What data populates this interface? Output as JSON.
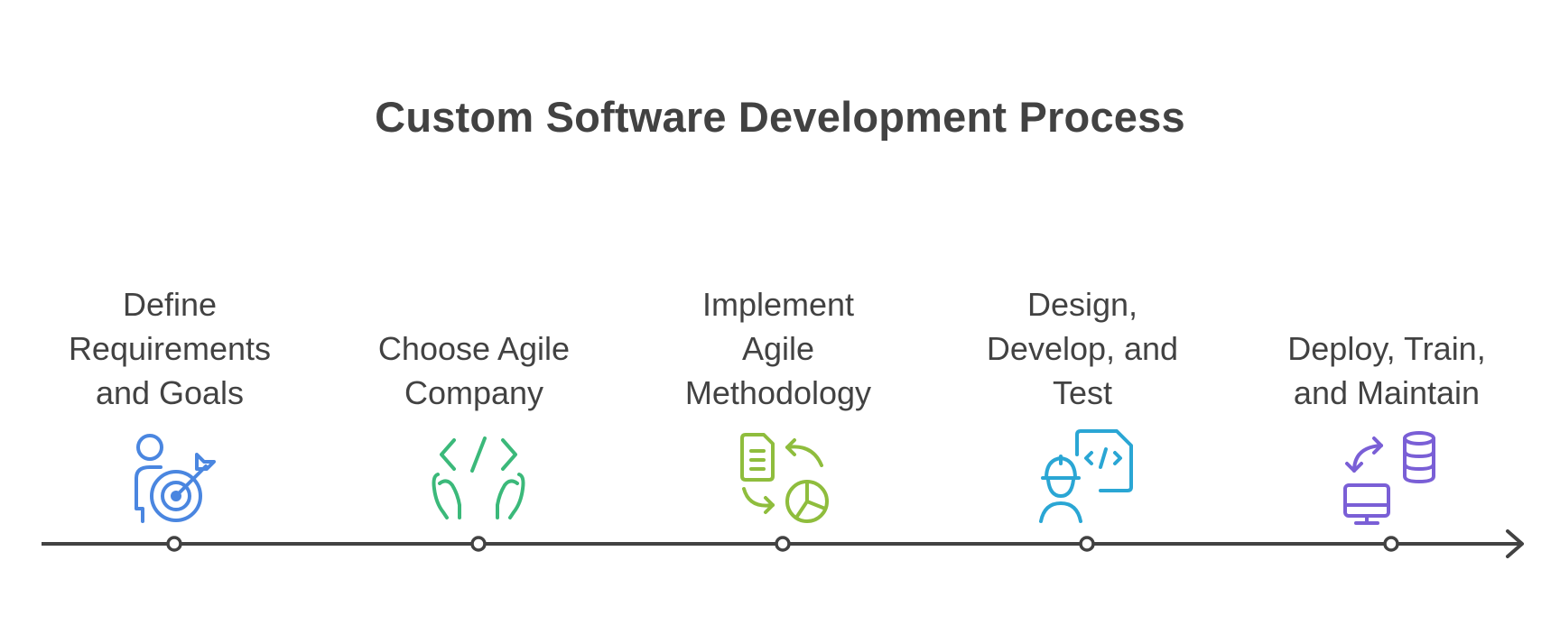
{
  "title": "Custom Software Development Process",
  "steps": [
    {
      "label": "Define\nRequirements\nand Goals",
      "icon": "person-target-icon",
      "color": "#4a86e0"
    },
    {
      "label": "Choose Agile\nCompany",
      "icon": "hands-code-icon",
      "color": "#3bb97a"
    },
    {
      "label": "Implement\nAgile\nMethodology",
      "icon": "document-cycle-chart-icon",
      "color": "#8fbd3d"
    },
    {
      "label": "Design,\nDevelop, and\nTest",
      "icon": "engineer-code-file-icon",
      "color": "#2aa6d4"
    },
    {
      "label": "Deploy, Train,\nand Maintain",
      "icon": "database-monitor-sync-icon",
      "color": "#7a5fd6"
    }
  ],
  "timeline_color": "#424242"
}
